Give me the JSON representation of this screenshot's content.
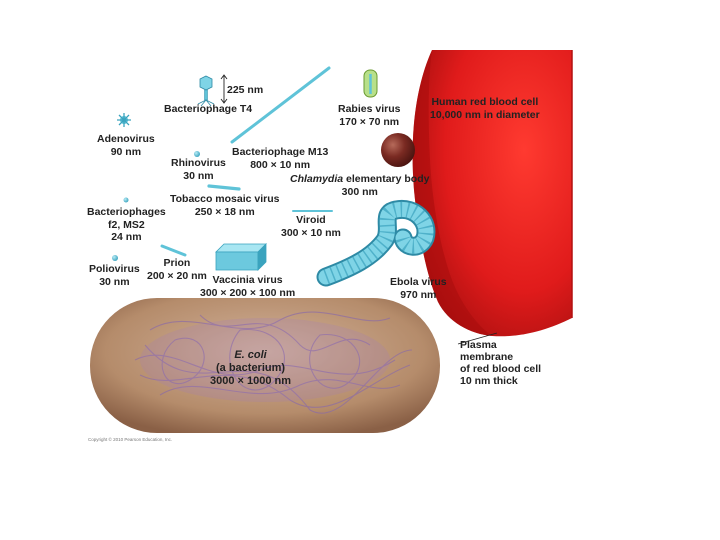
{
  "labels": {
    "bacteriophage_t4": {
      "name": "Bacteriophage T4",
      "size": "225 nm"
    },
    "adenovirus": {
      "name": "Adenovirus",
      "size": "90 nm"
    },
    "rhinovirus": {
      "name": "Rhinovirus",
      "size": "30 nm"
    },
    "bacteriophages_f2": {
      "name": "Bacteriophages",
      "name2": "f2, MS2",
      "size": "24 nm"
    },
    "poliovirus": {
      "name": "Poliovirus",
      "size": "30 nm"
    },
    "prion": {
      "name": "Prion",
      "size": "200 × 20 nm"
    },
    "tobacco_mosaic": {
      "name": "Tobacco mosaic virus",
      "size": "250 × 18 nm"
    },
    "bacteriophage_m13": {
      "name": "Bacteriophage M13",
      "size": "800 × 10 nm"
    },
    "vaccinia": {
      "name": "Vaccinia virus",
      "size": "300 × 200 × 100 nm"
    },
    "viroid": {
      "name": "Viroid",
      "size": "300 × 10 nm"
    },
    "rabies": {
      "name": "Rabies virus",
      "size": "170 × 70 nm"
    },
    "chlamydia": {
      "name": "Chlamydia",
      "rest": "elementary body",
      "size": "300 nm"
    },
    "red_blood_cell": {
      "name": "Human red blood cell",
      "size": "10,000 nm in diameter"
    },
    "ebola": {
      "name": "Ebola virus",
      "size": "970 nm"
    },
    "ecoli": {
      "name": "E. coli",
      "desc": "(a bacterium)",
      "size": "3000 × 1000 nm"
    },
    "plasma_membrane": {
      "line1": "Plasma",
      "line2": "membrane",
      "line3": "of red blood cell",
      "line4": "10 nm thick"
    }
  },
  "copyright": "Copyright © 2010 Pearson Education, Inc.",
  "colors": {
    "virus_blue": "#5fc3d8",
    "rbc_red": "#d81e1e",
    "ecoli_tan": "#b88f6e",
    "ecoli_purple": "#8a6aa8",
    "chlamydia_brown": "#7a2a22",
    "rabies_green": "#9acb5a"
  }
}
